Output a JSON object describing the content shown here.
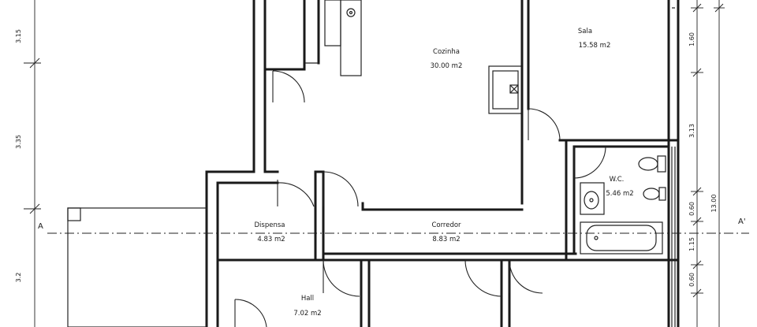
{
  "rooms": {
    "cozinha": {
      "name": "Cozinha",
      "area": "30.00 m2"
    },
    "sala": {
      "name": "Sala",
      "area": "15.58 m2"
    },
    "wc": {
      "name": "W.C.",
      "area": "5.46 m2"
    },
    "dispensa": {
      "name": "Dispensa",
      "area": "4.83 m2"
    },
    "corredor": {
      "name": "Corredor",
      "area": "8.83 m2"
    },
    "hall": {
      "name": "Hall",
      "area": "7.02 m2"
    }
  },
  "section_marks": {
    "left": "A",
    "right": "A'"
  },
  "dimensions_left": [
    "3.15",
    "3.35",
    "3.2"
  ],
  "dimensions_right": [
    "1.60",
    "3.13",
    "0.60",
    "1.15",
    "0.60"
  ],
  "dimension_total": "13.00"
}
